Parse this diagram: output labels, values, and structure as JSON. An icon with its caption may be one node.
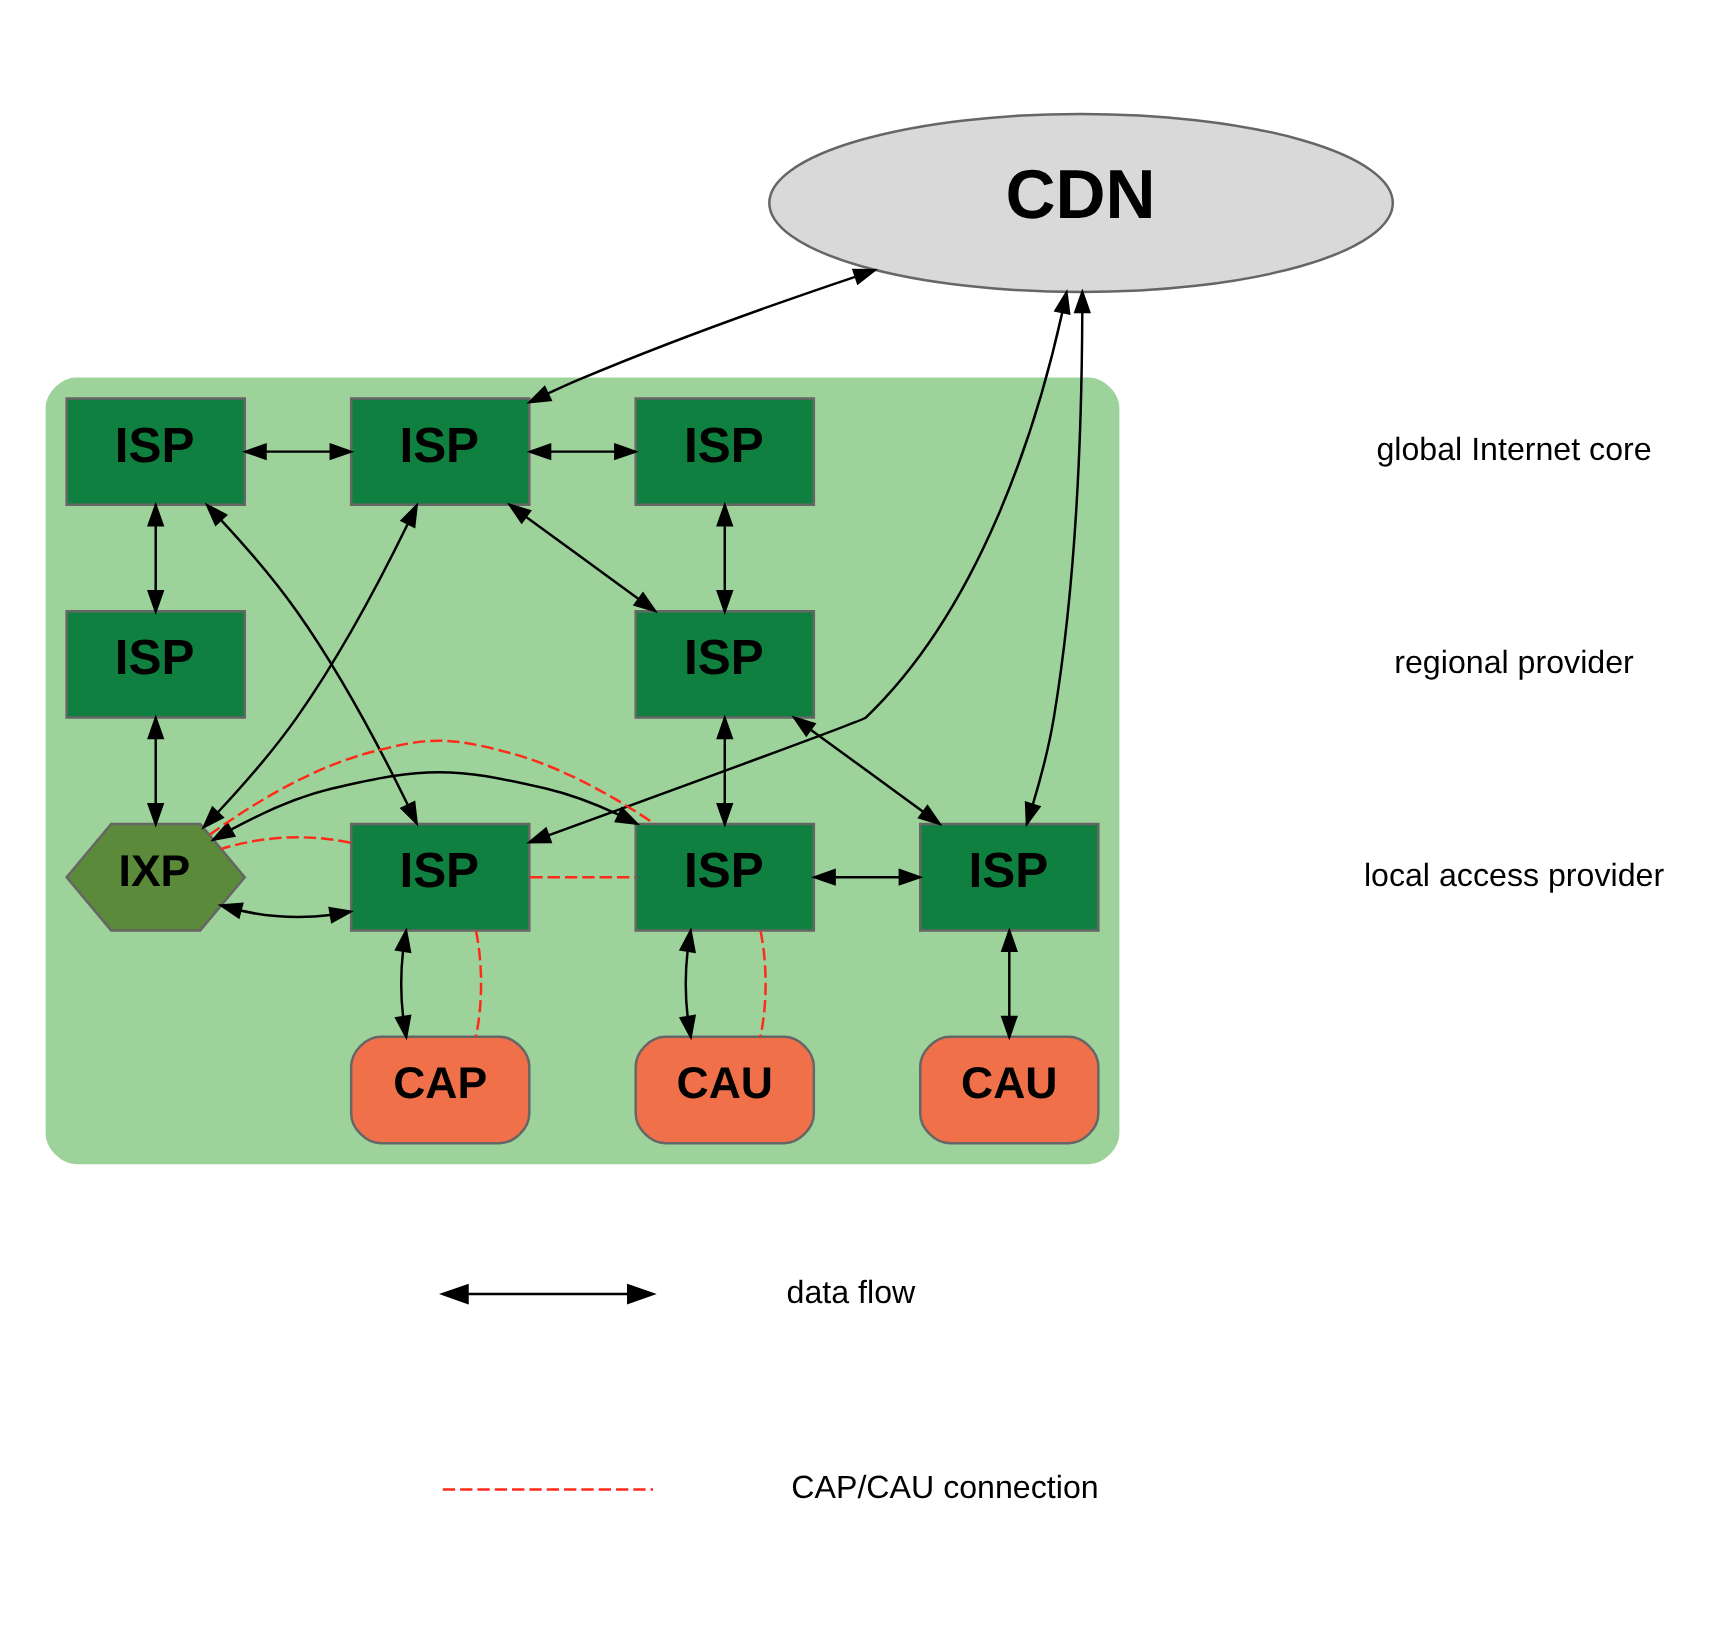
{
  "diagram": {
    "nodes": [
      {
        "text": [
          "CDN"
        ]
      },
      {
        "text": [],
        "shape": "box"
      },
      {
        "text": [
          "ISP"
        ],
        "in": 1
      },
      {
        "text": [
          "ISP"
        ],
        "in": 1
      },
      {
        "text": [
          "ISP"
        ],
        "in": 1
      },
      {
        "text": [
          "ISP"
        ],
        "in": 1
      },
      {
        "text": [
          "ISP"
        ],
        "in": 1
      },
      {
        "text": [
          "IXP"
        ],
        "in": 1
      },
      {
        "text": [
          "ISP"
        ],
        "in": 1
      },
      {
        "text": [
          "ISP"
        ],
        "in": 1
      },
      {
        "text": [
          "ISP"
        ],
        "in": 1
      },
      {
        "text": [
          "CAP"
        ],
        "in": 1
      },
      {
        "text": [
          "CAU"
        ],
        "in": 1
      },
      {
        "text": [
          "CAU"
        ],
        "in": 1
      }
    ],
    "edges": [
      {
        "from": 0,
        "to": 3,
        "arrow": "both"
      },
      {
        "from": 0,
        "to": 8,
        "arrow": "both"
      },
      {
        "from": 0,
        "to": 10,
        "arrow": "both"
      },
      {
        "from": 2,
        "to": 3,
        "arrow": "both"
      },
      {
        "from": 3,
        "to": 4,
        "arrow": "both"
      },
      {
        "from": 2,
        "to": 8,
        "arrow": "both"
      },
      {
        "from": 2,
        "to": 5,
        "arrow": "both"
      },
      {
        "from": 3,
        "to": 7,
        "arrow": "both"
      },
      {
        "from": 3,
        "to": 6,
        "arrow": "both"
      },
      {
        "from": 4,
        "to": 6,
        "arrow": "both"
      },
      {
        "from": 5,
        "to": 7,
        "arrow": "both"
      },
      {
        "from": 7,
        "to": 8,
        "arrow": "both"
      },
      {
        "from": 7,
        "to": 9,
        "arrow": "both"
      },
      {
        "from": 6,
        "to": 9,
        "arrow": "both"
      },
      {
        "from": 6,
        "to": 10,
        "arrow": "both"
      },
      {
        "from": 9,
        "to": 10,
        "arrow": "both"
      },
      {
        "from": 8,
        "to": 11,
        "arrow": "both"
      },
      {
        "from": 9,
        "to": 12,
        "arrow": "both"
      },
      {
        "from": 10,
        "to": 13,
        "arrow": "both"
      },
      {
        "from": 8,
        "to": 11,
        "arrow": "none",
        "style": "dashed",
        "color": "#ff2a1a"
      },
      {
        "from": 8,
        "to": 7,
        "arrow": "none",
        "style": "dashed",
        "color": "#ff2a1a"
      },
      {
        "from": 7,
        "to": 9,
        "arrow": "none",
        "style": "dashed",
        "color": "#ff2a1a"
      },
      {
        "from": 8,
        "to": 9,
        "arrow": "none",
        "style": "dashed",
        "color": "#ff2a1a"
      },
      {
        "from": 9,
        "to": 12,
        "arrow": "none",
        "style": "dashed",
        "color": "#ff2a1a"
      }
    ],
    "labels": [
      "global Internet core",
      "regional provider",
      "local access provider"
    ],
    "legend": [
      {
        "text": "data flow"
      },
      {
        "text": "CAP/CAU connection"
      }
    ]
  }
}
